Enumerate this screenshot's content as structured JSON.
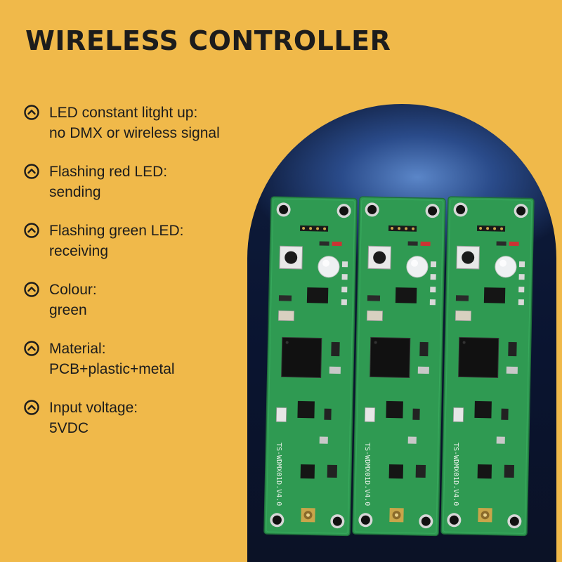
{
  "title": "WIRELESS CONTROLLER",
  "features": [
    {
      "line1": "LED constant litght up:",
      "line2": "no DMX or wireless signal"
    },
    {
      "line1": "Flashing red LED:",
      "line2": "sending"
    },
    {
      "line1": "Flashing green LED:",
      "line2": "receiving"
    },
    {
      "line1": "Colour:",
      "line2": "green"
    },
    {
      "line1": "Material:",
      "line2": "PCB+plastic+metal"
    },
    {
      "line1": "Input voltage:",
      "line2": "5VDC"
    }
  ],
  "icon": "chevron-up-circle-icon",
  "board_label": "TS-WDMX01D.V4.0",
  "colors": {
    "background": "#f0b94a",
    "text": "#1c1c1c",
    "pcb": "#2f9a52"
  }
}
